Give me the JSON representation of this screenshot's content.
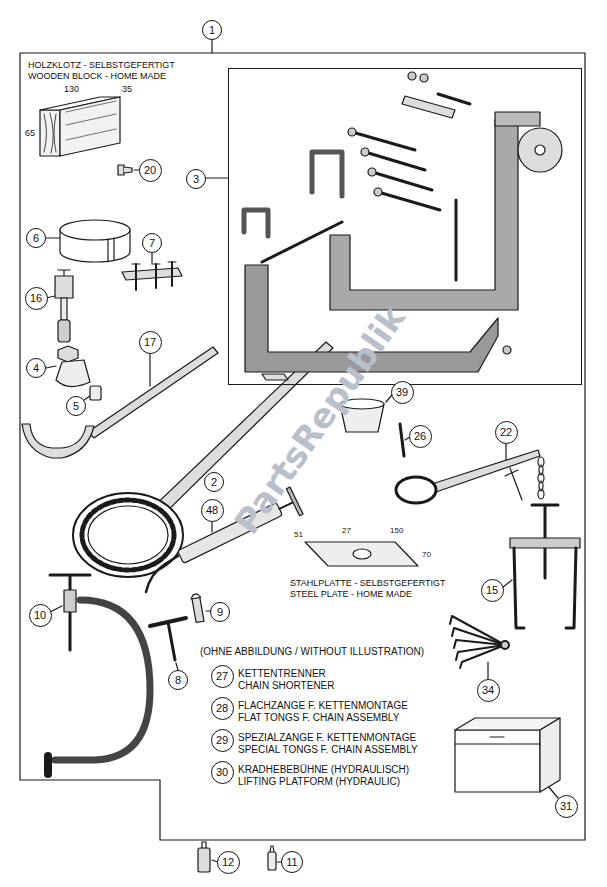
{
  "diagram": {
    "nodes": [
      {
        "text": [
          "1"
        ]
      },
      {
        "text": [
          "3"
        ],
        "in": 0
      }
    ],
    "labels": [
      "HOLZKLOTZ - SELBSTGEFERTIGT",
      "WOODEN BLOCK - HOME MADE",
      "130",
      "35",
      "65",
      "20",
      "6",
      "7",
      "16",
      "4",
      "5",
      "17",
      "2",
      "39",
      "26",
      "22",
      "48",
      "STAHLPLATTE - SELBSTGEFERTIGT",
      "STEEL PLATE - HOME MADE",
      "51",
      "27",
      "150",
      "70",
      "9",
      "8",
      "15",
      "(OHNE ABBILDUNG / WITHOUT ILLUSTRATION)",
      "27",
      "KETTENTRENNER",
      "CHAIN SHORTENER",
      "28",
      "FLACHZANGE F. KETTENMONTAGE",
      "FLAT TONGS F. CHAIN ASSEMBLY",
      "29",
      "SPEZIALZANGE F. KETTENMONTAGE",
      "SPECIAL TONGS F. CHAIN ASSEMBLY",
      "30",
      "KRADHEBEBÜHNE (HYDRAULISCH)",
      "LIFTING PLATFORM (HYDRAULIC)",
      "34",
      "31",
      "10",
      "12",
      "11",
      "PartsRepublik"
    ]
  }
}
